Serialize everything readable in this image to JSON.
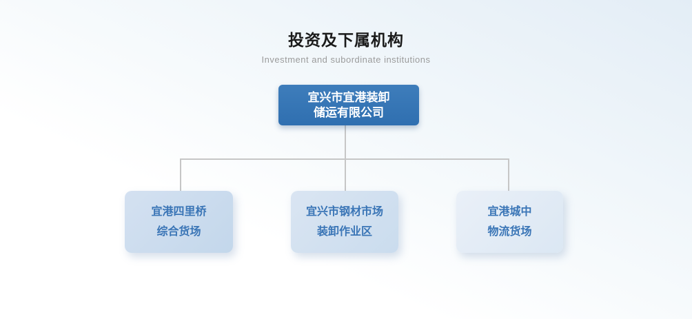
{
  "header": {
    "title": "投资及下属机构",
    "subtitle": "Investment and subordinate institutions"
  },
  "chart": {
    "root": {
      "line1": "宜兴市宜港装卸",
      "line2": "储运有限公司"
    },
    "children": [
      {
        "line1": "宜港四里桥",
        "line2": "综合货场"
      },
      {
        "line1": "宜兴市钢材市场",
        "line2": "装卸作业区"
      },
      {
        "line1": "宜港城中",
        "line2": "物流货场"
      }
    ]
  },
  "colors": {
    "bg_top": "#e3edf6",
    "bg_bottom": "#ffffff",
    "title_text": "#1a1a1a",
    "subtitle_text": "#9b9b9b",
    "root_box_top": "#3e7dbb",
    "root_box_bottom": "#2f6fb0",
    "root_box_text": "#ffffff",
    "child_box_1_top": "#d4e1f1",
    "child_box_1_bottom": "#c3d7eb",
    "child_box_2_top": "#dae5f2",
    "child_box_2_bottom": "#cadcee",
    "child_box_3_top": "#eaf0f8",
    "child_box_3_bottom": "#dbe7f3",
    "child_text": "#3a75b6",
    "connector": "#c6c6c6"
  }
}
